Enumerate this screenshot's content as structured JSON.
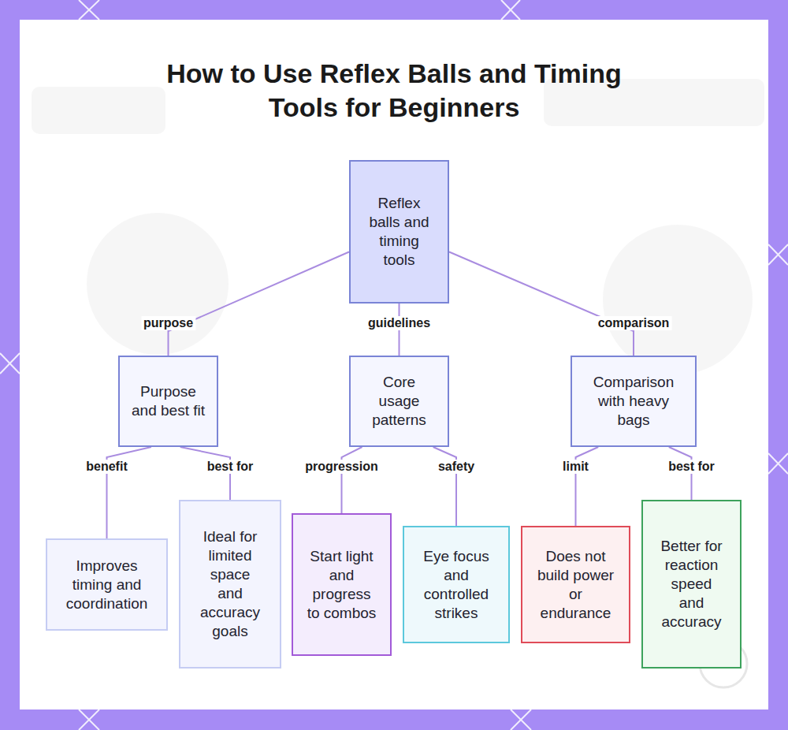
{
  "diagram": {
    "title": "How to Use Reflex Balls and Timing Tools for Beginners",
    "nodes": [
      {
        "text": [
          "Reflex balls and timing tools"
        ]
      },
      {
        "text": [
          "Purpose and best fit"
        ]
      },
      {
        "text": [
          "Core usage patterns"
        ]
      },
      {
        "text": [
          "Comparison with heavy bags"
        ]
      },
      {
        "text": [
          "Improves timing and coordination"
        ]
      },
      {
        "text": [
          "Ideal for limited space and accuracy goals"
        ]
      },
      {
        "text": [
          "Start light and progress to combos"
        ]
      },
      {
        "text": [
          "Eye focus and controlled strikes"
        ]
      },
      {
        "text": [
          "Does not build power or endurance"
        ]
      },
      {
        "text": [
          "Better for reaction speed and accuracy"
        ]
      }
    ],
    "edges": [
      {
        "from": 0,
        "to": 1,
        "label": "purpose",
        "arrow": "none"
      },
      {
        "from": 0,
        "to": 2,
        "label": "guidelines",
        "arrow": "none"
      },
      {
        "from": 0,
        "to": 3,
        "label": "comparison",
        "arrow": "none"
      },
      {
        "from": 1,
        "to": 4,
        "label": "benefit",
        "arrow": "none"
      },
      {
        "from": 1,
        "to": 5,
        "label": "best for",
        "arrow": "none"
      },
      {
        "from": 2,
        "to": 6,
        "label": "progression",
        "arrow": "none"
      },
      {
        "from": 2,
        "to": 7,
        "label": "safety",
        "arrow": "none"
      },
      {
        "from": 3,
        "to": 8,
        "label": "limit",
        "arrow": "none"
      },
      {
        "from": 3,
        "to": 9,
        "label": "best for",
        "arrow": "none"
      }
    ]
  }
}
